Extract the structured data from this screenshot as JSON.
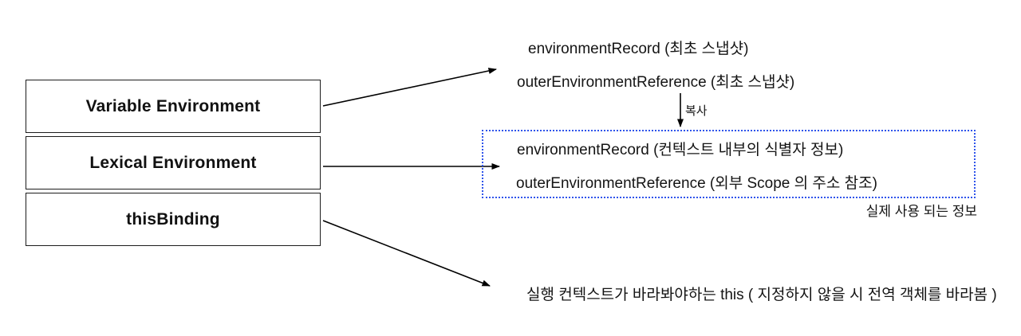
{
  "diagram": {
    "title_hint": "execution-context-structure",
    "boxes": {
      "variable": "Variable Environment",
      "lexical": "Lexical Environment",
      "this_binding": "thisBinding"
    },
    "right": {
      "env_record_snapshot": "environmentRecord (최초 스냅샷)",
      "outer_env_ref_snapshot": "outerEnvironmentReference (최초 스냅샷)",
      "copy_label": "복사",
      "env_record_context": "environmentRecord (컨텍스트 내부의 식별자 정보)",
      "outer_env_ref_context": "outerEnvironmentReference (외부 Scope 의 주소 참조)",
      "dotted_box_caption": "실제 사용 되는 정보",
      "this_description": "실행 컨텍스트가 바라봐야하는 this ( 지정하지 않을 시 전역 객체를 바라봄 )"
    },
    "colors": {
      "dotted_border": "#2f54eb",
      "arrow": "#000000",
      "text": "#141414",
      "box_border": "#1c1c1c",
      "background": "#ffffff"
    }
  }
}
